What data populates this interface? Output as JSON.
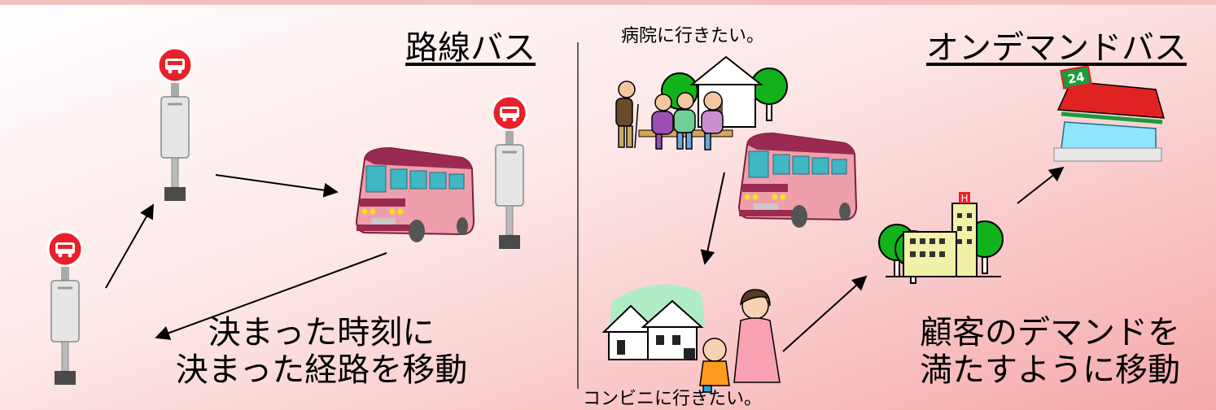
{
  "left": {
    "title": "路線バス",
    "caption_line1": "決まった時刻に",
    "caption_line2": "決まった経路を移動"
  },
  "right": {
    "title": "オンデマンドバス",
    "speech_hospital": "病院に行きたい。",
    "speech_convenience": "コンビニに行きたい。",
    "caption_line1": "顧客のデマンドを",
    "caption_line2": "満たすように移動",
    "store_sign": "24",
    "hospital_sign": "H"
  },
  "colors": {
    "bus_stop_sign": "#e8202a",
    "bus_body": "#ef9fab",
    "bus_roof": "#9b2a52",
    "tree": "#12b21a",
    "store_roof": "#e02222"
  }
}
